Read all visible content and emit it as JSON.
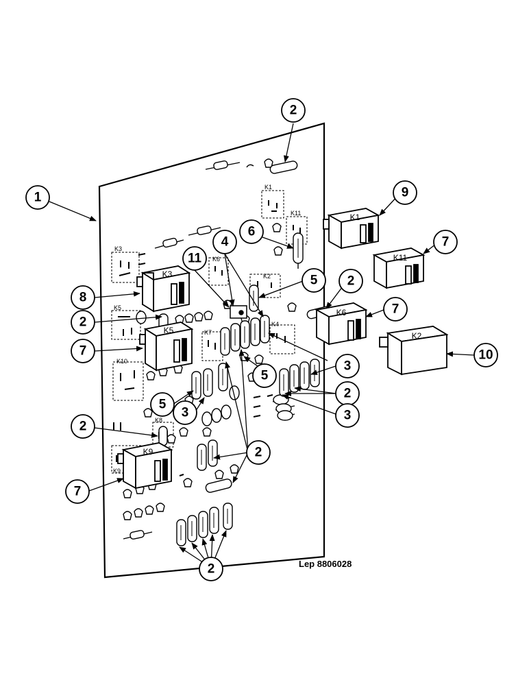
{
  "reference": "Lep 8806028",
  "callouts": [
    "1",
    "2",
    "3",
    "4",
    "5",
    "6",
    "7",
    "8",
    "9",
    "10",
    "11"
  ],
  "relay_labels": [
    "K1",
    "K2",
    "K3",
    "K5",
    "K6",
    "K9",
    "K11"
  ],
  "board_labels": [
    "K1",
    "K11",
    "K3",
    "K6",
    "K2",
    "K5",
    "K7",
    "K4",
    "K10",
    "K8",
    "K9"
  ]
}
